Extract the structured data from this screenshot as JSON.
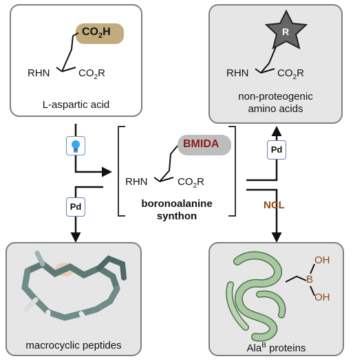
{
  "colors": {
    "box_border": "#7f7f7f",
    "grey_fill": "#e6e6e6",
    "co2h_fill": "#c2ab7e",
    "bmida_fill": "#bdbdbd",
    "bmida_text": "#8b1c1c",
    "ncl_text": "#8a4a12",
    "boron_text": "#8a4a12",
    "star_fill": "#666666",
    "protein_green": "#a8c8a0"
  },
  "top_left": {
    "group_label": "CO",
    "group_sub": "2",
    "group_tail": "H",
    "amine_label": "RHN",
    "ester_label": "CO",
    "ester_sub": "2",
    "ester_tail": "R",
    "caption": "L-aspartic acid"
  },
  "top_right": {
    "star_label": "R",
    "amine_label": "RHN",
    "ester_label": "CO",
    "ester_sub": "2",
    "ester_tail": "R",
    "caption_line1": "non-proteogenic",
    "caption_line2": "amino acids"
  },
  "center": {
    "group_label": "BMIDA",
    "amine_label": "RHN",
    "ester_label": "CO",
    "ester_sub": "2",
    "ester_tail": "R",
    "caption_line1": "boronoalanine",
    "caption_line2": "synthon"
  },
  "reagents": {
    "photo_icon": "lightbulb-icon",
    "pd_left": "Pd",
    "pd_right": "Pd",
    "ncl": "NCL"
  },
  "bottom_left": {
    "caption": "macrocyclic peptides"
  },
  "bottom_right": {
    "boron_label": "B",
    "oh_top": "OH",
    "oh_bottom": "OH",
    "caption_main": "Ala",
    "caption_sup": "B",
    "caption_tail": " proteins"
  }
}
